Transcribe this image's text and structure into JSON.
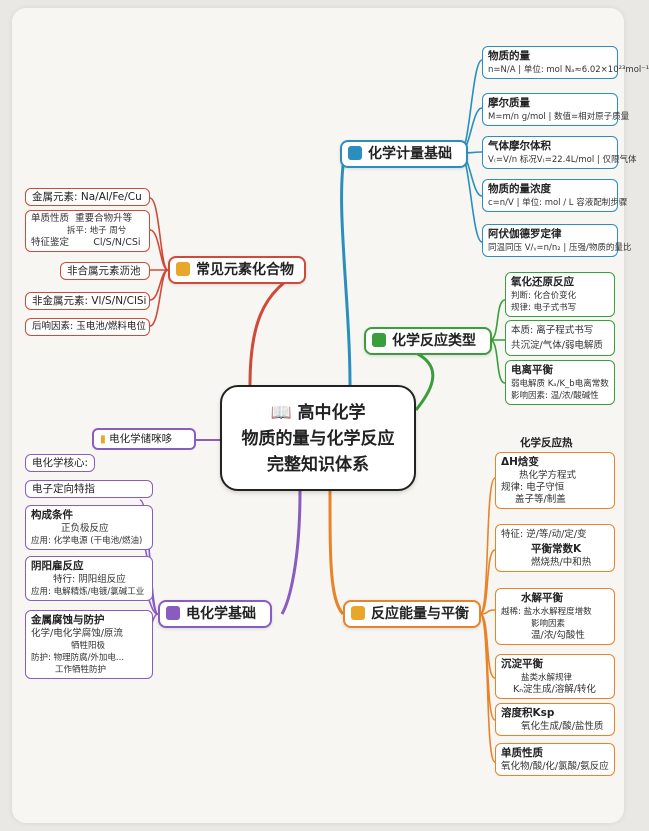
{
  "center": {
    "line1": "高中化学",
    "line2": "物质的量与化学反应",
    "line3": "完整知识体系"
  },
  "colors": {
    "calc": "#2a8fbf",
    "react": "#3a9e3c",
    "energy": "#e8832a",
    "electro": "#8a5cc0",
    "elements": "#d04a3a"
  },
  "calc": {
    "label": "化学计量基础",
    "cards": [
      {
        "t": "物质的量",
        "s": "n=N/A | 单位: mol  Nₐ≈6.02×10²³mol⁻¹"
      },
      {
        "t": "摩尔质量",
        "s": "M=m/n g/mol | 数值=相对原子质量"
      },
      {
        "t": "气体摩尔体积",
        "s": "V₍=V/n 标况V₍=22.4L/mol | 仅限气体"
      },
      {
        "t": "物质的量浓度",
        "s": "c=n/V | 单位: mol / L  容液配制步骤"
      },
      {
        "t": "阿伏伽德罗定律",
        "s": "同温同压 V/ᵧ=n/n₂ | 压强/物质的量比"
      }
    ]
  },
  "react": {
    "label": "化学反应类型",
    "g1": {
      "t": "氧化还原反应",
      "a": "判断: 化合价变化",
      "b": "规律: 电子式书写"
    },
    "g2": {
      "a": "本质: 离子程式书写",
      "b": "共沉淀/气体/弱电解质"
    },
    "g3": {
      "t": "电离平衡",
      "a": "弱电解质 Kₐ/K_b电离常数",
      "b": "影响因素: 温/浓/酸碱性"
    }
  },
  "energy": {
    "label": "反应能量与平衡",
    "head": "化学反应热",
    "g1": {
      "t": "ΔH焓变",
      "a": "热化学方程式",
      "b": "规律: 电子守恒",
      "c": "盖子等/制盖"
    },
    "g2": {
      "a": "特征: 逆/等/动/定/变",
      "t": "平衡常数K",
      "b": "燃烧热/中和热"
    },
    "g3": {
      "t": "水解平衡",
      "a": "越稀: 盐水水解程度增数",
      "b": "影响因素",
      "c": "温/浓/勾酸性"
    },
    "g4": {
      "t": "沉淀平衡",
      "a": "盐类水解规律",
      "b": "Kₙ淀生成/溶解/转化"
    },
    "g5": {
      "t": "溶度积Ksp",
      "a": "氧化生成/酸/盐性质"
    },
    "g6": {
      "t": "单质性质",
      "a": "氧化物/酸/化/氯酸/氨反应"
    }
  },
  "electro": {
    "label": "电化学基础",
    "top": "电化学储咪哆",
    "core": "电化学核心:",
    "dir": "电子定向特指",
    "g1": {
      "t": "构成条件",
      "a": "正负极反应",
      "b": "应用: 化学电源 (干电池/燃油)"
    },
    "g2": {
      "t": "阴阳雇反应",
      "a": "特行: 阴阳组反应",
      "b": "应用: 电解精炼/电镀/氯碱工业"
    },
    "g3": {
      "t": "金属腐蚀与防护",
      "a": "化学/电化学腐蚀/原流",
      "b": "牺牲阳极",
      "c": "防护: 物理防腐/外加电...",
      "d": "工作牺牲防护"
    }
  },
  "elements": {
    "label": "常见元素化合物",
    "metal": "金属元素: Na/Al/Fe/Cu",
    "g1": {
      "a": "单质性质",
      "b": "重要合物升等",
      "c": "拆平: 地子 周兮",
      "d": "特征鉴定",
      "e": "Cl/S/N/CSi"
    },
    "nonmetal_compound": "非合属元素沥池",
    "nonmetal": "非金属元素: Vl/S/N/ClSi",
    "factor": "后响因素: 玉电池/燃料电位"
  }
}
